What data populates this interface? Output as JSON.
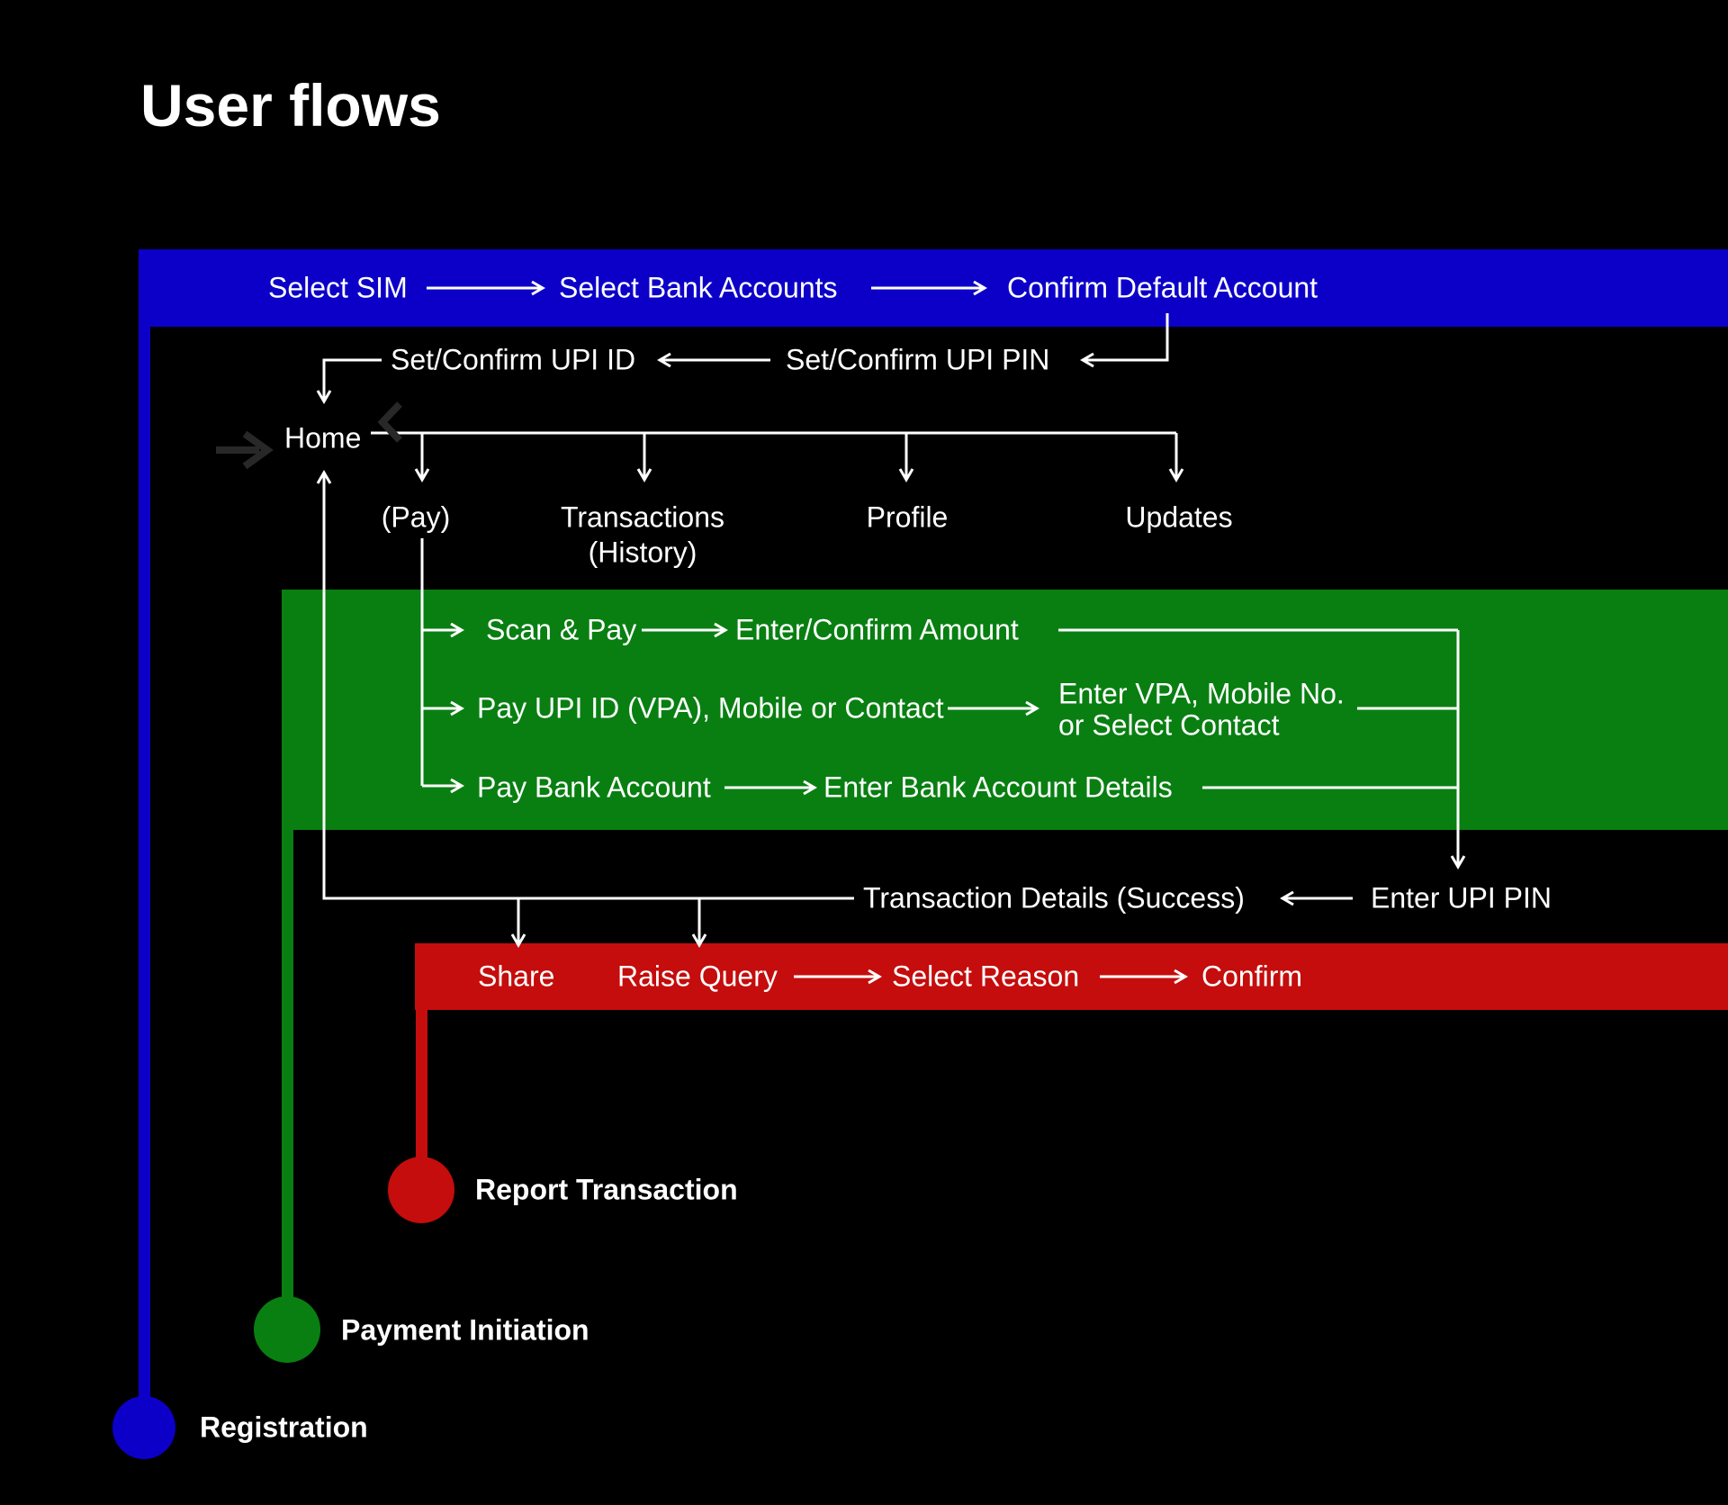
{
  "title": "User flows",
  "colors": {
    "registration_blue": "#0c00c8",
    "payment_green": "#097f12",
    "report_red": "#c40d0c",
    "flow_line_white": "#ffffff",
    "background_black": "#000000",
    "ghost_gray": "#282828"
  },
  "registration_flow": {
    "legend_label": "Registration",
    "band_steps": [
      "Select SIM",
      "Select Bank Accounts",
      "Confirm Default Account"
    ],
    "upi_id": "Set/Confirm UPI ID",
    "upi_pin": "Set/Confirm UPI PIN"
  },
  "home_nav": {
    "home": "Home",
    "children": [
      "(Pay)",
      "Transactions",
      "Profile",
      "Updates"
    ],
    "transactions_sub": "(History)"
  },
  "payment_flow": {
    "legend_label": "Payment Initiation",
    "scan_pay": "Scan & Pay",
    "enter_confirm_amount": "Enter/Confirm Amount",
    "pay_upi": "Pay UPI ID (VPA), Mobile or Contact",
    "enter_vpa_line1": "Enter VPA, Mobile No.",
    "enter_vpa_line2": "or Select Contact",
    "pay_bank": "Pay Bank Account",
    "enter_bank_details": "Enter Bank Account Details",
    "enter_upi_pin": "Enter UPI PIN",
    "transaction_details": "Transaction Details (Success)"
  },
  "report_flow": {
    "legend_label": "Report Transaction",
    "share": "Share",
    "raise_query": "Raise Query",
    "select_reason": "Select Reason",
    "confirm": "Confirm"
  }
}
